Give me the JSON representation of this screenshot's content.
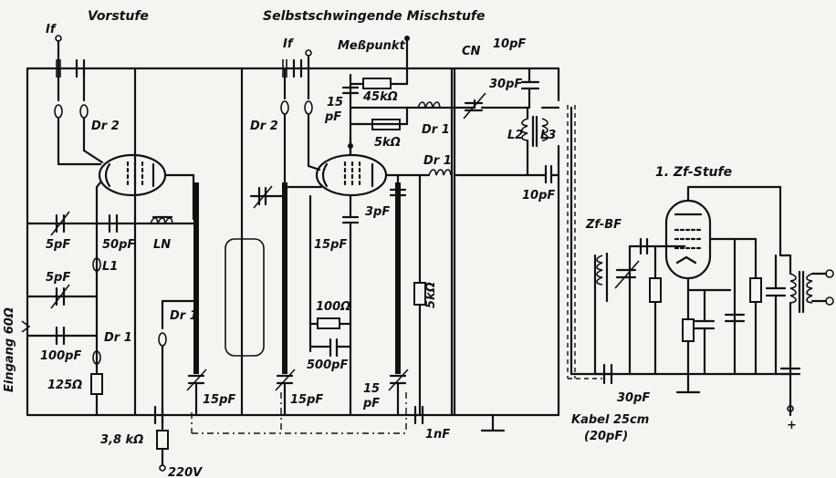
{
  "header": {
    "vorstufe": "Vorstufe",
    "mischstufe": "Selbstschwingende Mischstufe",
    "messpunkt": "Meßpunkt",
    "zf_stufe": "1. Zf-Stufe"
  },
  "labels": {
    "if_left": "If",
    "if_mid": "If",
    "dr2_left": "Dr 2",
    "dr2_mid": "Dr 2",
    "c_5pf_a": "5pF",
    "c_50pf": "50pF",
    "ln": "LN",
    "c_5pf_b": "5pF",
    "l1": "L1",
    "eingang": "Eingang 60Ω",
    "c_100pf": "100pF",
    "dr1_left": "Dr 1",
    "r_125": "125Ω",
    "dr1_lower": "Dr 1",
    "r_38k": "3,8 kΩ",
    "v_220": "220V",
    "c_15pf_a": "15pF",
    "c_15pf_b": "15pF",
    "c_15pf_grid_1": "15",
    "c_15pf_grid_2": "pF",
    "r_45k": "45kΩ",
    "r_5k_top": "5kΩ",
    "dr1_top": "Dr 1",
    "cn": "CN",
    "c_10pf_top": "10pF",
    "c_30pf_top": "30pF",
    "l2": "L2",
    "l3": "L3",
    "dr1_mid": "Dr 1",
    "c_10pf_mid": "10pF",
    "c_3pf": "3pF",
    "c_15pf_mid": "15pF",
    "r_100": "100Ω",
    "c_500pf": "500pF",
    "r_5k_vert": "5kΩ",
    "c_15pf_c_1": "15",
    "c_15pf_c_2": "pF",
    "c_1nf": "1nF",
    "zf_bf": "Zf-BF",
    "c_30pf_bottom": "30pF",
    "kabel_1": "Kabel 25cm",
    "kabel_2": "(20pF)",
    "plus": "+"
  }
}
